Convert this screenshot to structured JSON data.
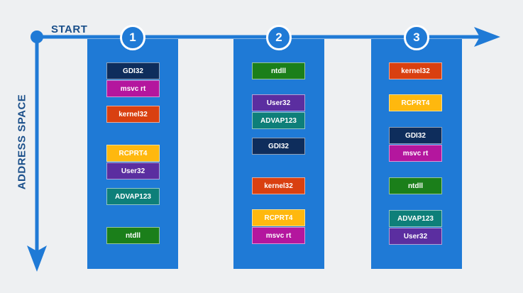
{
  "axis": {
    "start_label": "START",
    "address_space_label": "ADDRESS SPACE"
  },
  "colors": {
    "background": "#eef0f2",
    "column": "#1f7ad6",
    "axis": "#1f7ad6",
    "label_text": "#1a4f8a"
  },
  "columns": [
    {
      "number": "1",
      "blocks": [
        {
          "label": "GDI32",
          "color": "gdi"
        },
        {
          "label": "msvc rt",
          "color": "msvc"
        },
        {
          "label": "kernel32",
          "color": "kernel"
        },
        {
          "label": "RCPRT4",
          "color": "rpc"
        },
        {
          "label": "User32",
          "color": "user"
        },
        {
          "label": "ADVAP123",
          "color": "advap"
        },
        {
          "label": "ntdll",
          "color": "ntdll"
        }
      ]
    },
    {
      "number": "2",
      "blocks": [
        {
          "label": "ntdll",
          "color": "ntdll"
        },
        {
          "label": "User32",
          "color": "user"
        },
        {
          "label": "ADVAP123",
          "color": "advap"
        },
        {
          "label": "GDI32",
          "color": "gdi"
        },
        {
          "label": "kernel32",
          "color": "kernel"
        },
        {
          "label": "RCPRT4",
          "color": "rpc"
        },
        {
          "label": "msvc rt",
          "color": "msvc"
        }
      ]
    },
    {
      "number": "3",
      "blocks": [
        {
          "label": "kernel32",
          "color": "kernel"
        },
        {
          "label": "RCPRT4",
          "color": "rpc"
        },
        {
          "label": "GDI32",
          "color": "gdi"
        },
        {
          "label": "msvc rt",
          "color": "msvc"
        },
        {
          "label": "ntdll",
          "color": "ntdll"
        },
        {
          "label": "ADVAP123",
          "color": "advap"
        },
        {
          "label": "User32",
          "color": "user"
        }
      ]
    }
  ]
}
